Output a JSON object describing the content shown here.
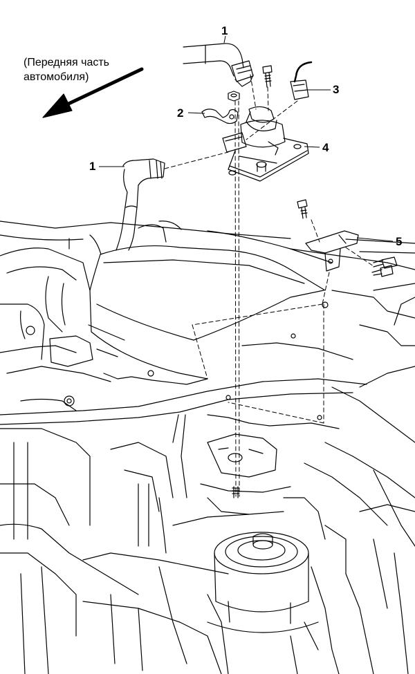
{
  "direction_note": {
    "line1": "(Передняя часть",
    "line2": "автомобиля)"
  },
  "callouts": [
    "1",
    "2",
    "3",
    "4",
    "5",
    "1"
  ]
}
